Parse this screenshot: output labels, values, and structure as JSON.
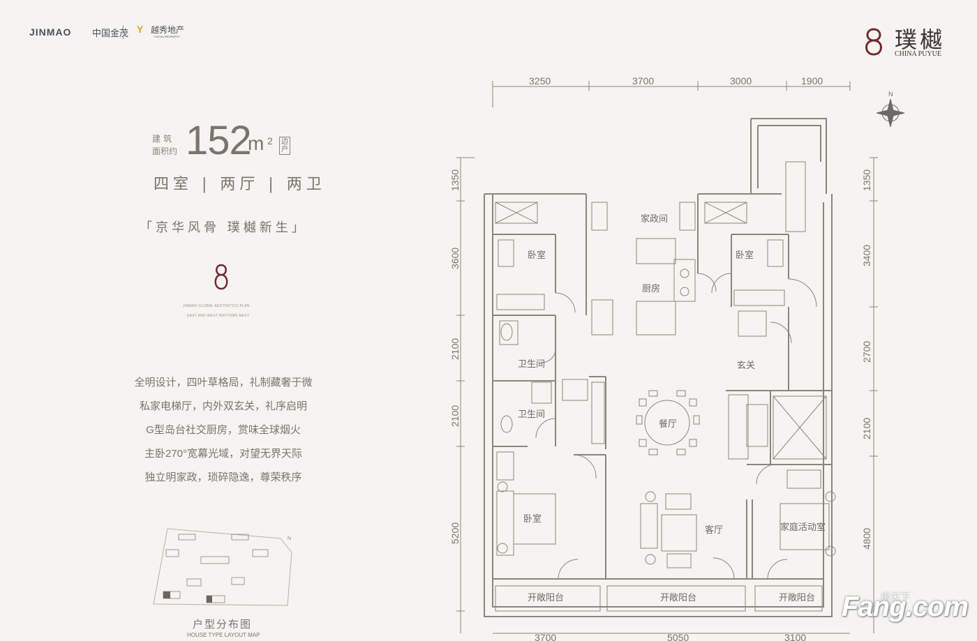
{
  "header": {
    "jinmao_logo": "JINMAO",
    "jinmao_cn": "中国金茂",
    "yuexiu_logo": "越秀地产",
    "yuexiu_sub": "YUEXIU PROPERTY",
    "brand_title": "璞樾",
    "brand_sub": "CHINA PUYUE"
  },
  "unit": {
    "area_label_1": "建筑",
    "area_label_2": "面积约",
    "area_value": "152",
    "area_unit": "m",
    "area_sup": "2",
    "area_tag": "边户",
    "rooms": "四室 | 两厅 | 两卫",
    "slogan": "「京华风骨  璞樾新生」",
    "en_line_1": "JINMAO GLOBAL AESTHETICS PLAN",
    "en_line_2": "EAST AND WEST RHYTHMS MEET",
    "description": [
      "全明设计，四叶草格局，礼制藏奢于微",
      "私家电梯厅，内外双玄关，礼序启明",
      "G型岛台社交厨房，赏味全球烟火",
      "主卧270°宽幕光域，对望无界天际",
      "独立明家政，琐碎隐逸，尊荣秩序"
    ]
  },
  "layout_map": {
    "title": "户型分布图",
    "subtitle": "HOUSE TYPE LAYOUT MAP",
    "north": "N"
  },
  "floorplan": {
    "dims_top": [
      "3250",
      "3700",
      "3000",
      "1900"
    ],
    "dims_bottom": [
      "3700",
      "5050",
      "3100"
    ],
    "dims_left": [
      "1350",
      "3600",
      "2100",
      "2100",
      "5200"
    ],
    "dims_right": [
      "1350",
      "3400",
      "2700",
      "2100",
      "4800"
    ],
    "compass_n": "N",
    "rooms": {
      "housekeeping": "家政间",
      "bedroom_tl": "卧室",
      "bedroom_tr": "卧室",
      "kitchen": "厨房",
      "bath_1": "卫生间",
      "bath_2": "卫生间",
      "foyer": "玄关",
      "dining": "餐厅",
      "bedroom_bl": "卧室",
      "living": "客厅",
      "family": "家庭活动室",
      "balcony_1": "开敞阳台",
      "balcony_2": "开敞阳台",
      "balcony_3": "开敞阳台"
    }
  },
  "watermark": {
    "main": "Fang.com",
    "top": "房天下"
  }
}
